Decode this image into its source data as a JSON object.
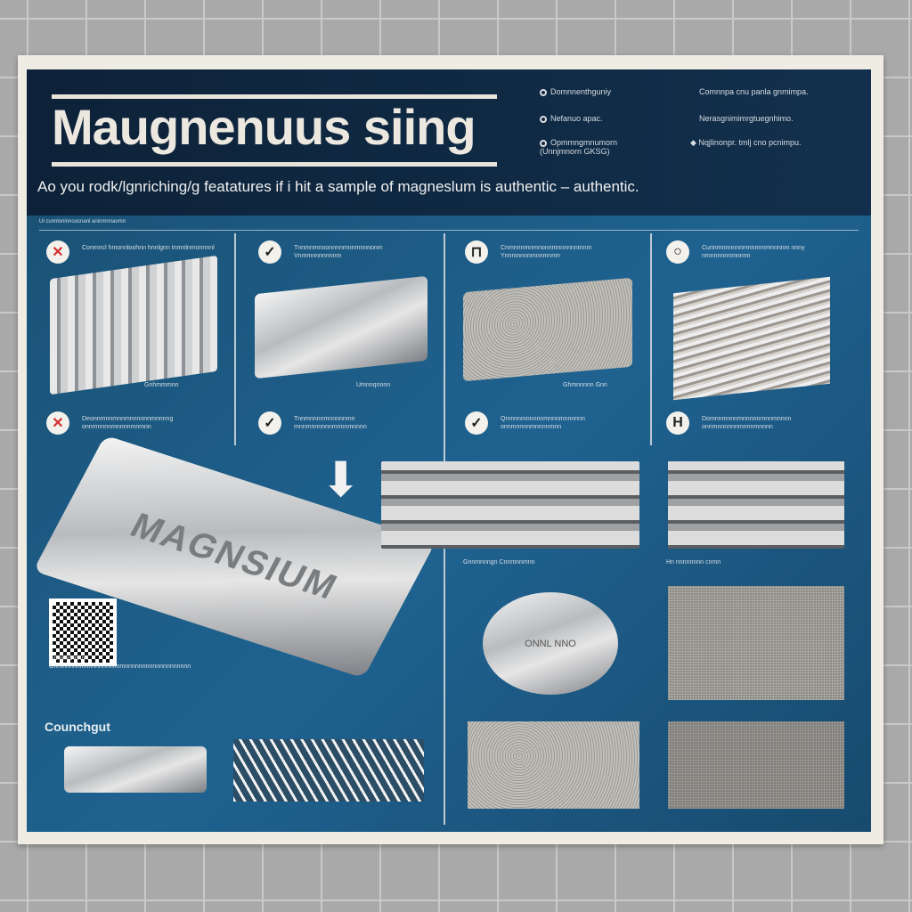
{
  "title": "Maugnenuus siing",
  "subtitle": "Ao you rodk/lgnriching/g featatures if i hit a sample of magneslum is authentic – authentic.",
  "legend": [
    {
      "icon": "circle-icon",
      "text": "Domnnenthguniy"
    },
    {
      "icon": "circle-icon",
      "text": "Nefanuo apac."
    },
    {
      "icon": "circle-icon",
      "text": "Opmmngmnumorn (Unnjmnorn GKSG)"
    },
    {
      "text": "Comnnpa cnu panla gnmimpa."
    },
    {
      "text": "Nerasgnimimrgtuegnhimo."
    },
    {
      "icon": "diamond-icon",
      "text": "Nqjlinonpr. tmlj cno pcnimpu."
    }
  ],
  "section_note": "Ul cunnloninnoocnanl aninmnnaomn",
  "samples": [
    {
      "badge": "✕",
      "badge_icon": "cross-icon",
      "badge_color": "#d32f2f",
      "caption": "Conmncl hmonnloohnn hnnlgnn tnmnlnmonnnnl",
      "label": "Gnhmmmnn"
    },
    {
      "badge": "✓",
      "badge_icon": "check-icon",
      "badge_color": "#222222",
      "caption": "Tnnmnmnoonnnnmnnmnnnonm Vnmmnnnnnnnm",
      "label": "Umnnqnnnn"
    },
    {
      "badge": "⊓",
      "badge_icon": "bracket-icon",
      "badge_color": "#222222",
      "caption": "Cnmnnnmnmnonnmnnnnnnmnm Ynnmnnnnmnnmnmn",
      "label": "Ghmnnnnn Gnn"
    },
    {
      "badge": "○",
      "badge_icon": "circle-icon",
      "badge_color": "#222222",
      "caption": "Cunnmnnnnnnmnnnnnmnnnnm nnny nmnnnnnnmnnnn",
      "label": ""
    }
  ],
  "row2": [
    {
      "badge": "✕",
      "badge_icon": "cross-icon",
      "badge_color": "#d32f2f",
      "caption": "Deonnmnnmnnmnnnnnnmnnnng onnmnnnnmnnnnmnmnn"
    },
    {
      "badge": "✓",
      "badge_icon": "check-icon",
      "badge_color": "#222222",
      "caption": "Tnnmnnnnmnnnnnmn mnnmnnnnnnmnnnmnnnn"
    },
    {
      "badge": "✓",
      "badge_icon": "check-icon",
      "badge_color": "#222222",
      "caption": "Qnmnnmnnnnnmnnnmnnnnnn onnmnnnnmnnnnmnn"
    },
    {
      "badge": "H",
      "badge_icon": "h-icon",
      "badge_color": "#222222",
      "caption": "Domnnmnnnmnnnnnmnnmnnnn onnmnnnnnnmnnnmnnnn"
    }
  ],
  "ingot_text": "MAGNSIUM",
  "qr_caption": "Gnmmnnnnnn Gnmnnnnnmnnnnnnnnnnmnnnnnnnnnnnnnnnnnnn",
  "pellet_captions": [
    "Gnnmnnngn Cnnmnnmnn",
    "Hn nnnnnnnn cnmn"
  ],
  "coin_text": "ONNL NNO",
  "counterfeit_label": "Counchgut",
  "colors": {
    "header": "#12304d",
    "panel": "#1d5a80",
    "frame": "#efece4"
  }
}
